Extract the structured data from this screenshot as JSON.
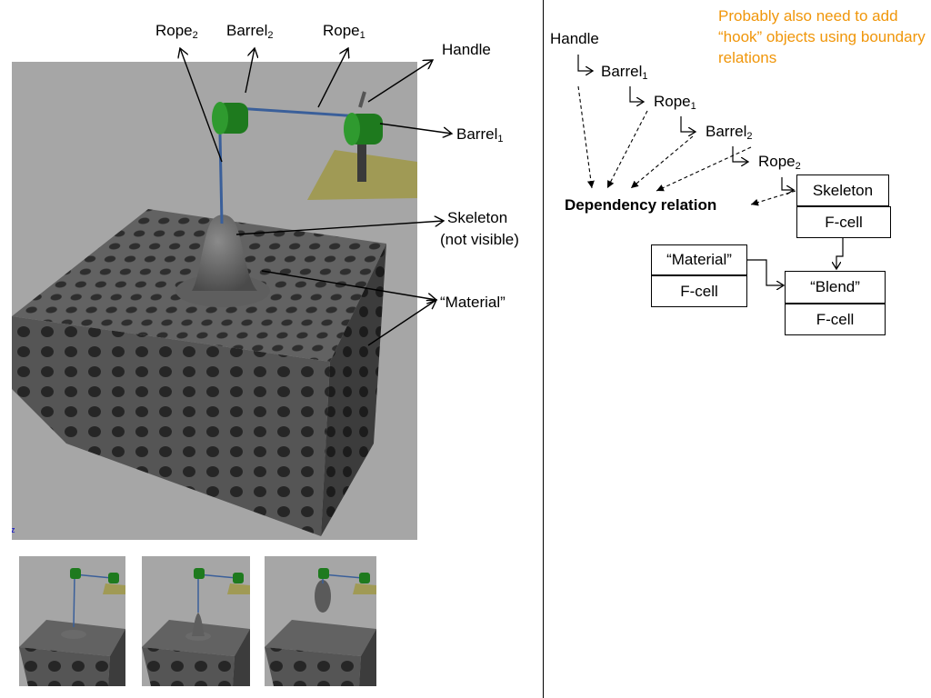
{
  "left": {
    "labels": {
      "rope2": {
        "base": "Rope",
        "sub": "2"
      },
      "barrel2": {
        "base": "Barrel",
        "sub": "2"
      },
      "rope1": {
        "base": "Rope",
        "sub": "1"
      },
      "handle": "Handle",
      "barrel1": {
        "base": "Barrel",
        "sub": "1"
      },
      "skeleton_line1": "Skeleton",
      "skeleton_line2": "(not visible)",
      "material": "“Material”"
    },
    "corner_mark": "z"
  },
  "right": {
    "note": "Probably also need to add “hook” objects using boundary relations",
    "hierarchy": {
      "handle": "Handle",
      "barrel1": {
        "base": "Barrel",
        "sub": "1"
      },
      "rope1": {
        "base": "Rope",
        "sub": "1"
      },
      "barrel2": {
        "base": "Barrel",
        "sub": "2"
      },
      "rope2": {
        "base": "Rope",
        "sub": "2"
      }
    },
    "dependency_label": "Dependency relation",
    "boxes": {
      "skeleton": "Skeleton",
      "skeleton_cell": "F-cell",
      "material": "“Material”",
      "material_cell": "F-cell",
      "blend": "“Blend”",
      "blend_cell": "F-cell"
    }
  },
  "colors": {
    "note": "#f0960a",
    "scene_bg": "#a6a6a6",
    "cube": "#5a5a5a",
    "barrel": "#1e7a1e",
    "rope": "#3a5f9a",
    "ground_patch": "#a09a55"
  }
}
